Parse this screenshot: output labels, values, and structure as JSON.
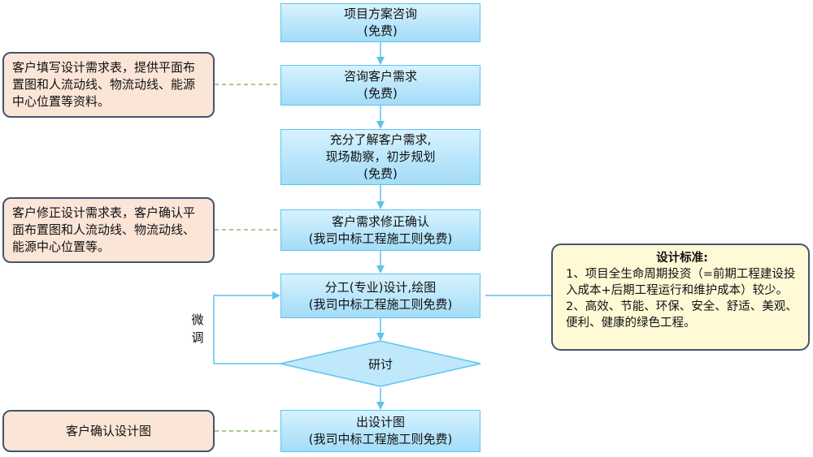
{
  "steps": [
    {
      "lines": [
        "项目方案咨询",
        "(免费)"
      ]
    },
    {
      "lines": [
        "咨询客户需求",
        "(免费)"
      ]
    },
    {
      "lines": [
        "充分了解客户需求,",
        "现场勘察，初步规划",
        "(免费)"
      ]
    },
    {
      "lines": [
        "客户需求修正确认",
        "(我司中标工程施工则免费)"
      ]
    },
    {
      "lines": [
        "分工(专业)设计,绘图",
        "(我司中标工程施工则免费)"
      ]
    },
    {
      "lines": [
        "出设计图",
        "(我司中标工程施工则免费)"
      ]
    }
  ],
  "decision": {
    "label": "研讨"
  },
  "loop": {
    "label_1": "微",
    "label_2": "调"
  },
  "notes": [
    {
      "text": "客户填写设计需求表，提供平面布置图和人流动线、物流动线、能源中心位置等资料。"
    },
    {
      "text": "客户修正设计需求表，客户确认平面布置图和人流动线、物流动线、能源中心位置等。"
    },
    {
      "text": "客户确认设计图"
    }
  ],
  "standard": {
    "title": "设计标准:",
    "item_1": "1、项目全生命周期投资（=前期工程建设投入成本+后期工程运行和维护成本）较少。",
    "item_2": "2、高效、节能、环保、安全、舒适、美观、便利、健康的绿色工程。"
  },
  "colors": {
    "step_fill": "#b9e6fb",
    "step_border": "#5cc4ee",
    "arrow": "#5cc4ee",
    "note_fill": "#fbe5d6",
    "standard_fill": "#fff9d6",
    "dashed_connector": "#70ad47"
  }
}
